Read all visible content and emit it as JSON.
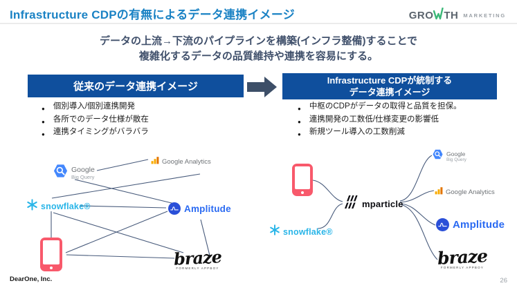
{
  "header": {
    "title": "Infrastructure CDPの有無によるデータ連携イメージ",
    "logo": {
      "growth_pre": "GRO",
      "growth_post": "TH",
      "marketing": "MARKETING"
    }
  },
  "intro": {
    "line1": "データの上流→下流のパイプラインを構築(インフラ整備)することで",
    "line2": "複雑化するデータの品質維持や連携を容易にする。"
  },
  "left_panel": {
    "header": "従来のデータ連携イメージ",
    "bullets": [
      "個別導入/個別連携開発",
      "各所でのデータ仕様が散在",
      "連携タイミングがバラバラ"
    ]
  },
  "right_panel": {
    "header_line1": "Infrastructure CDPが統制する",
    "header_line2": "データ連携イメージ",
    "bullets": [
      "中枢のCDPがデータの取得と品質を担保。",
      "連携開発の工数低/仕様変更の影響低",
      "新規ツール導入の工数削減"
    ]
  },
  "logos": {
    "google_bigquery_line1": "Google",
    "google_bigquery_line2": "Big Query",
    "google_analytics": "Google Analytics",
    "snowflake": "snowflake®",
    "amplitude": "Amplitude",
    "mparticle": "mparticle",
    "braze": "braze",
    "braze_sub": "FORMERLY APPBOY"
  },
  "footer": {
    "company": "DearOne, Inc.",
    "page": "26"
  },
  "colors": {
    "title_blue": "#1a82c4",
    "panel_blue": "#0f4f9d",
    "arrow_slate": "#3d4f68",
    "connector_line": "#46597a",
    "snowflake_cyan": "#29b5e8",
    "amplitude_blue": "#2a6af2",
    "phone_red": "#f8596b",
    "growth_green": "#3cb878"
  }
}
